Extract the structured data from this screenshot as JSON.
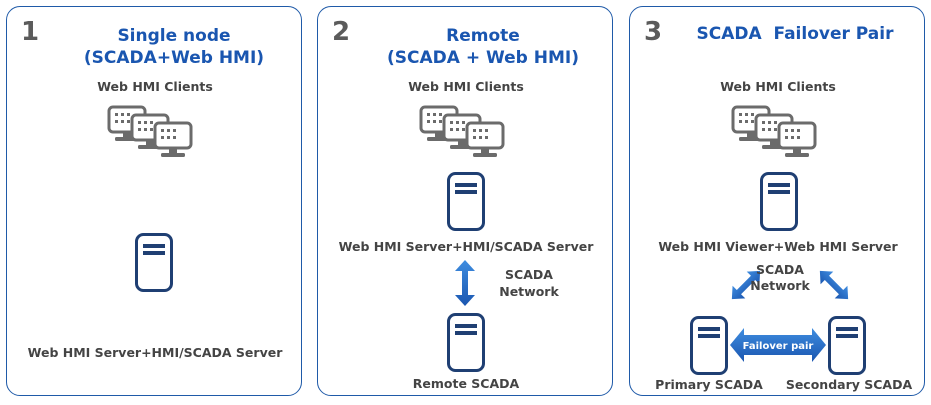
{
  "panels": [
    {
      "number": "1",
      "title_line1": "Single node",
      "title_line2": "(SCADA+Web HMI)",
      "clients_label": "Web HMI Clients",
      "server_label": "Web HMI Server+HMI/SCADA Server"
    },
    {
      "number": "2",
      "title_line1": "Remote",
      "title_line2": "(SCADA + Web HMI)",
      "clients_label": "Web HMI Clients",
      "server_label": "Web HMI Server+HMI/SCADA Server",
      "network_label_line1": "SCADA",
      "network_label_line2": "Network",
      "remote_label": "Remote SCADA"
    },
    {
      "number": "3",
      "title_line1": "SCADA  Failover Pair",
      "clients_label": "Web HMI Clients",
      "server_label": "Web HMI Viewer+Web HMI Server",
      "network_label_line1": "SCADA",
      "network_label_line2": "Network",
      "failover_label": "Failover pair",
      "primary_label": "Primary SCADA",
      "secondary_label": "Secondary SCADA"
    }
  ],
  "colors": {
    "accent": "#1a56b0",
    "border": "#1f5aa8",
    "icon_stroke": "#1f3f73",
    "client_gray": "#6b6b6b",
    "text_gray": "#444444",
    "number_gray": "#5b5b5b"
  },
  "icons": {
    "clients": "computer-cluster-icon",
    "server": "server-tower-icon",
    "network_arrow": "double-arrow-icon"
  }
}
